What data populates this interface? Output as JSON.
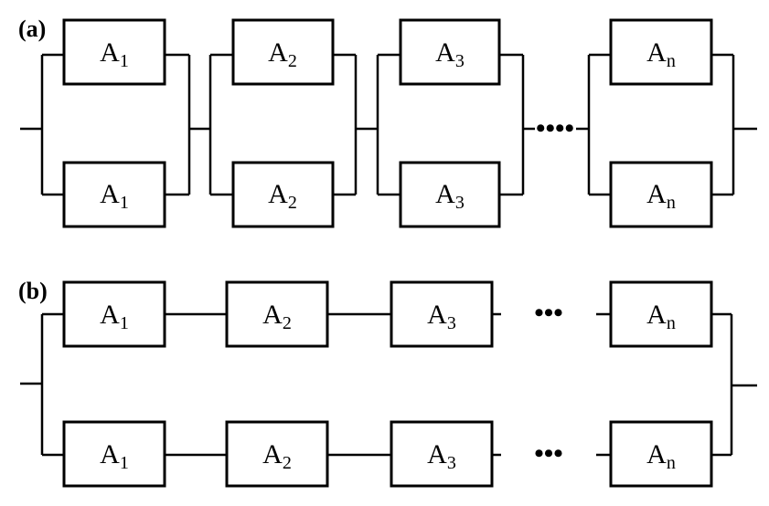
{
  "panel_a": {
    "label": "(a)",
    "ellipsis": "••••",
    "blocks": [
      {
        "base": "A",
        "sub": "1"
      },
      {
        "base": "A",
        "sub": "2"
      },
      {
        "base": "A",
        "sub": "3"
      },
      {
        "base": "A",
        "sub": "n"
      }
    ]
  },
  "panel_b": {
    "label": "(b)",
    "ellipsis": "•••",
    "blocks": [
      {
        "base": "A",
        "sub": "1"
      },
      {
        "base": "A",
        "sub": "2"
      },
      {
        "base": "A",
        "sub": "3"
      },
      {
        "base": "A",
        "sub": "n"
      }
    ]
  }
}
